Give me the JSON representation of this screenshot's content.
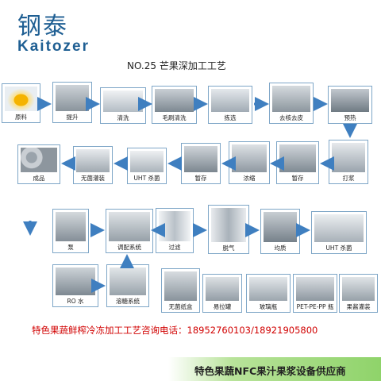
{
  "brand": {
    "name_cn": "钢泰",
    "name_en": "Kaitozer"
  },
  "title": "NO.25  芒果深加工工艺",
  "steps": [
    {
      "label": "原料",
      "icon": "mango-icon"
    },
    {
      "label": "提升",
      "icon": "elevator-icon"
    },
    {
      "label": "清洗",
      "icon": "washer-icon"
    },
    {
      "label": "毛刷清洗",
      "icon": "brush-washer-icon"
    },
    {
      "label": "拣选",
      "icon": "sorting-belt-icon"
    },
    {
      "label": "去核去皮",
      "icon": "pitting-peeling-machine-icon"
    },
    {
      "label": "预热",
      "icon": "preheater-icon"
    },
    {
      "label": "打浆",
      "icon": "pulper-icon"
    },
    {
      "label": "暂存",
      "icon": "storage-tank-icon"
    },
    {
      "label": "浓缩",
      "icon": "evaporator-icon"
    },
    {
      "label": "暂存",
      "icon": "storage-tank-icon"
    },
    {
      "label": "UHT 杀菌",
      "icon": "uht-sterilizer-icon"
    },
    {
      "label": "无菌灌装",
      "icon": "aseptic-filler-icon"
    },
    {
      "label": "成品",
      "icon": "finished-product-icon"
    },
    {
      "label": "泵",
      "icon": "pump-icon"
    },
    {
      "label": "调配系统",
      "icon": "blending-system-icon"
    },
    {
      "label": "过滤",
      "icon": "filter-icon"
    },
    {
      "label": "脱气",
      "icon": "deaerator-icon"
    },
    {
      "label": "均质",
      "icon": "homogenizer-icon"
    },
    {
      "label": "UHT 杀菌",
      "icon": "uht-sterilizer-icon"
    },
    {
      "label": "RO 水",
      "icon": "ro-water-icon"
    },
    {
      "label": "溶糖系统",
      "icon": "sugar-dissolving-icon"
    },
    {
      "label": "无菌纸盒",
      "icon": "aseptic-carton-icon"
    },
    {
      "label": "易拉罐",
      "icon": "can-filler-icon"
    },
    {
      "label": "玻璃瓶",
      "icon": "glass-bottle-filler-icon"
    },
    {
      "label": "PET-PE-PP 瓶",
      "icon": "plastic-bottle-filler-icon"
    },
    {
      "label": "果酱灌装",
      "icon": "jam-filler-icon"
    }
  ],
  "contact": "特色果蔬鲜榨冷冻加工工艺咨询电话：18952760103/18921905800",
  "banner": "特色果蔬NFC果汁果浆设备供应商",
  "colors": {
    "brand": "#1f5f93",
    "arrow": "#3f7fc0",
    "contact": "#d10000",
    "banner": "#8fd36a"
  }
}
